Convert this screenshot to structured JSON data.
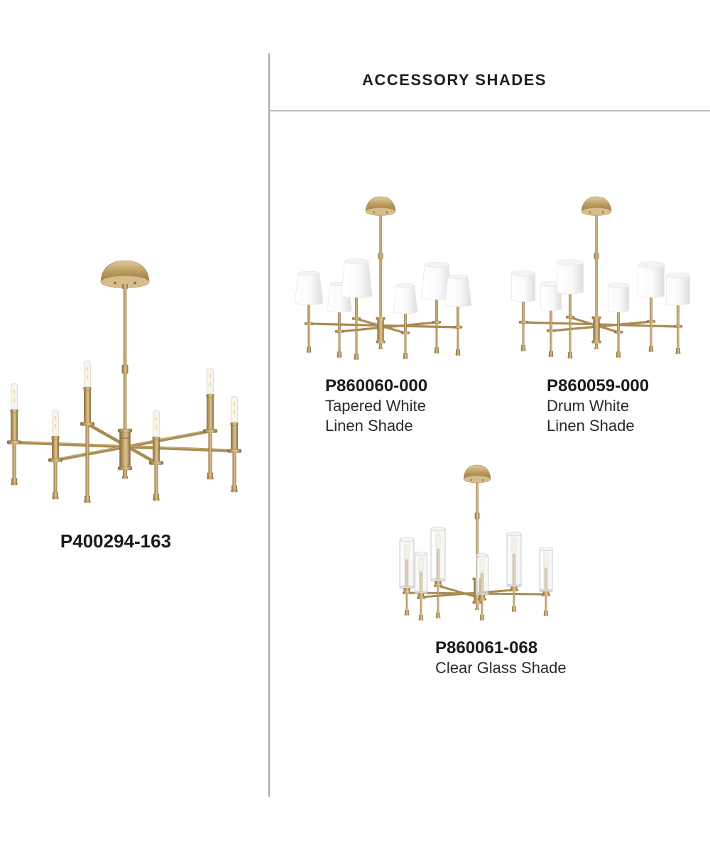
{
  "colors": {
    "background": "#ffffff",
    "text": "#1e1e1e",
    "divider_vertical": "#a8a8a8",
    "divider_horizontal": "#bdbdbd",
    "brass": "#b8985e",
    "brass_dark": "#8a6c3e",
    "brass_light": "#dfc592",
    "shade_white": "#f7f7f7",
    "glass_tint": "#eef0ee"
  },
  "main_product": {
    "code": "P400294-163"
  },
  "accessory_section": {
    "title": "ACCESSORY SHADES",
    "items": [
      {
        "code": "P860060-000",
        "desc1": "Tapered White",
        "desc2": "Linen Shade"
      },
      {
        "code": "P860059-000",
        "desc1": "Drum White",
        "desc2": "Linen Shade"
      },
      {
        "code": "P860061-068",
        "desc1": "Clear Glass Shade"
      }
    ]
  }
}
